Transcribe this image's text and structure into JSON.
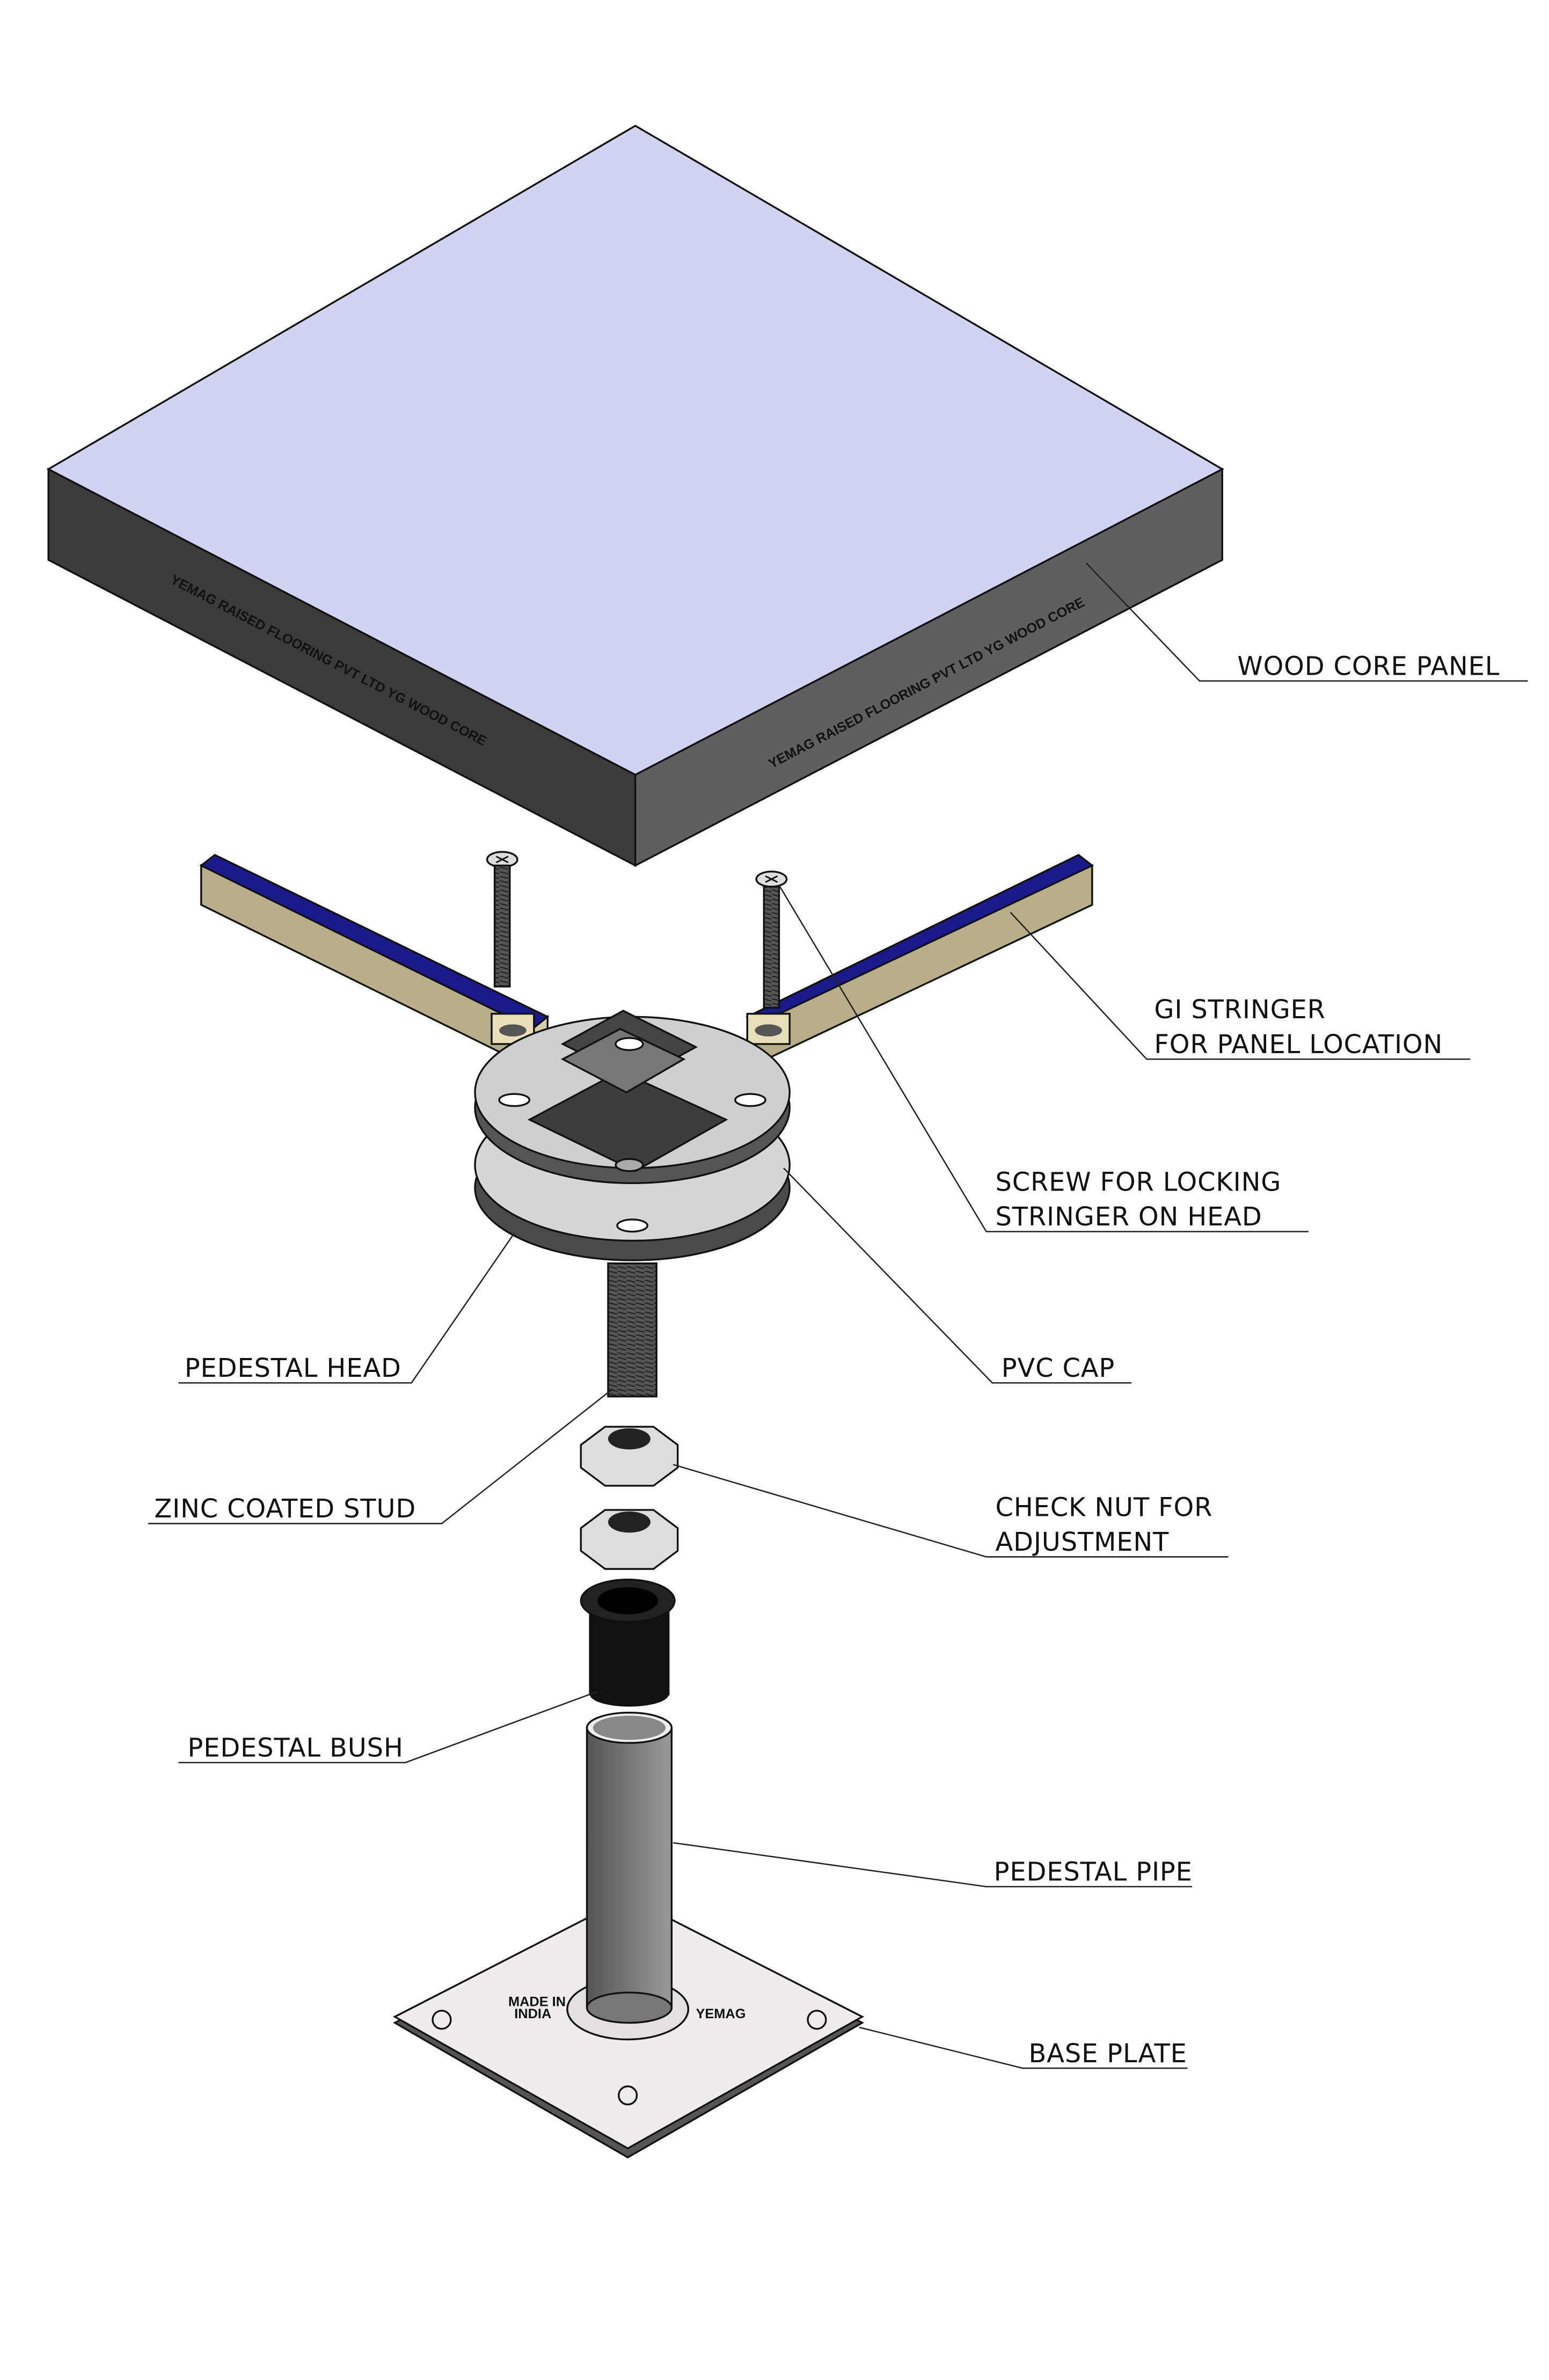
{
  "panel_imprint": "YEMAG RAISED FLOORING PVT LTD  YG WOOD CORE",
  "base_plate_marks": {
    "brand": "YEMAG",
    "origin_line1": "MADE IN",
    "origin_line2": "INDIA"
  },
  "labels": {
    "wood_core_panel": "WOOD CORE PANEL",
    "gi_stringer_1": "GI STRINGER",
    "gi_stringer_2": "FOR PANEL LOCATION",
    "screw_1": "SCREW FOR LOCKING",
    "screw_2": "STRINGER ON HEAD",
    "pvc_cap": "PVC CAP",
    "pedestal_head": "PEDESTAL HEAD",
    "zinc_coated_stud": "ZINC COATED STUD",
    "check_nut_1": "CHECK NUT FOR",
    "check_nut_2": "ADJUSTMENT",
    "pedestal_bush": "PEDESTAL BUSH",
    "pedestal_pipe": "PEDESTAL PIPE",
    "base_plate": "BASE PLATE"
  },
  "colors": {
    "panel_top": "#d0d4f2",
    "panel_left": "#3b3b3b",
    "panel_right": "#5f5f5f",
    "stringer_top": "#1a1a8c",
    "stringer_side": "#b8ae8a"
  }
}
